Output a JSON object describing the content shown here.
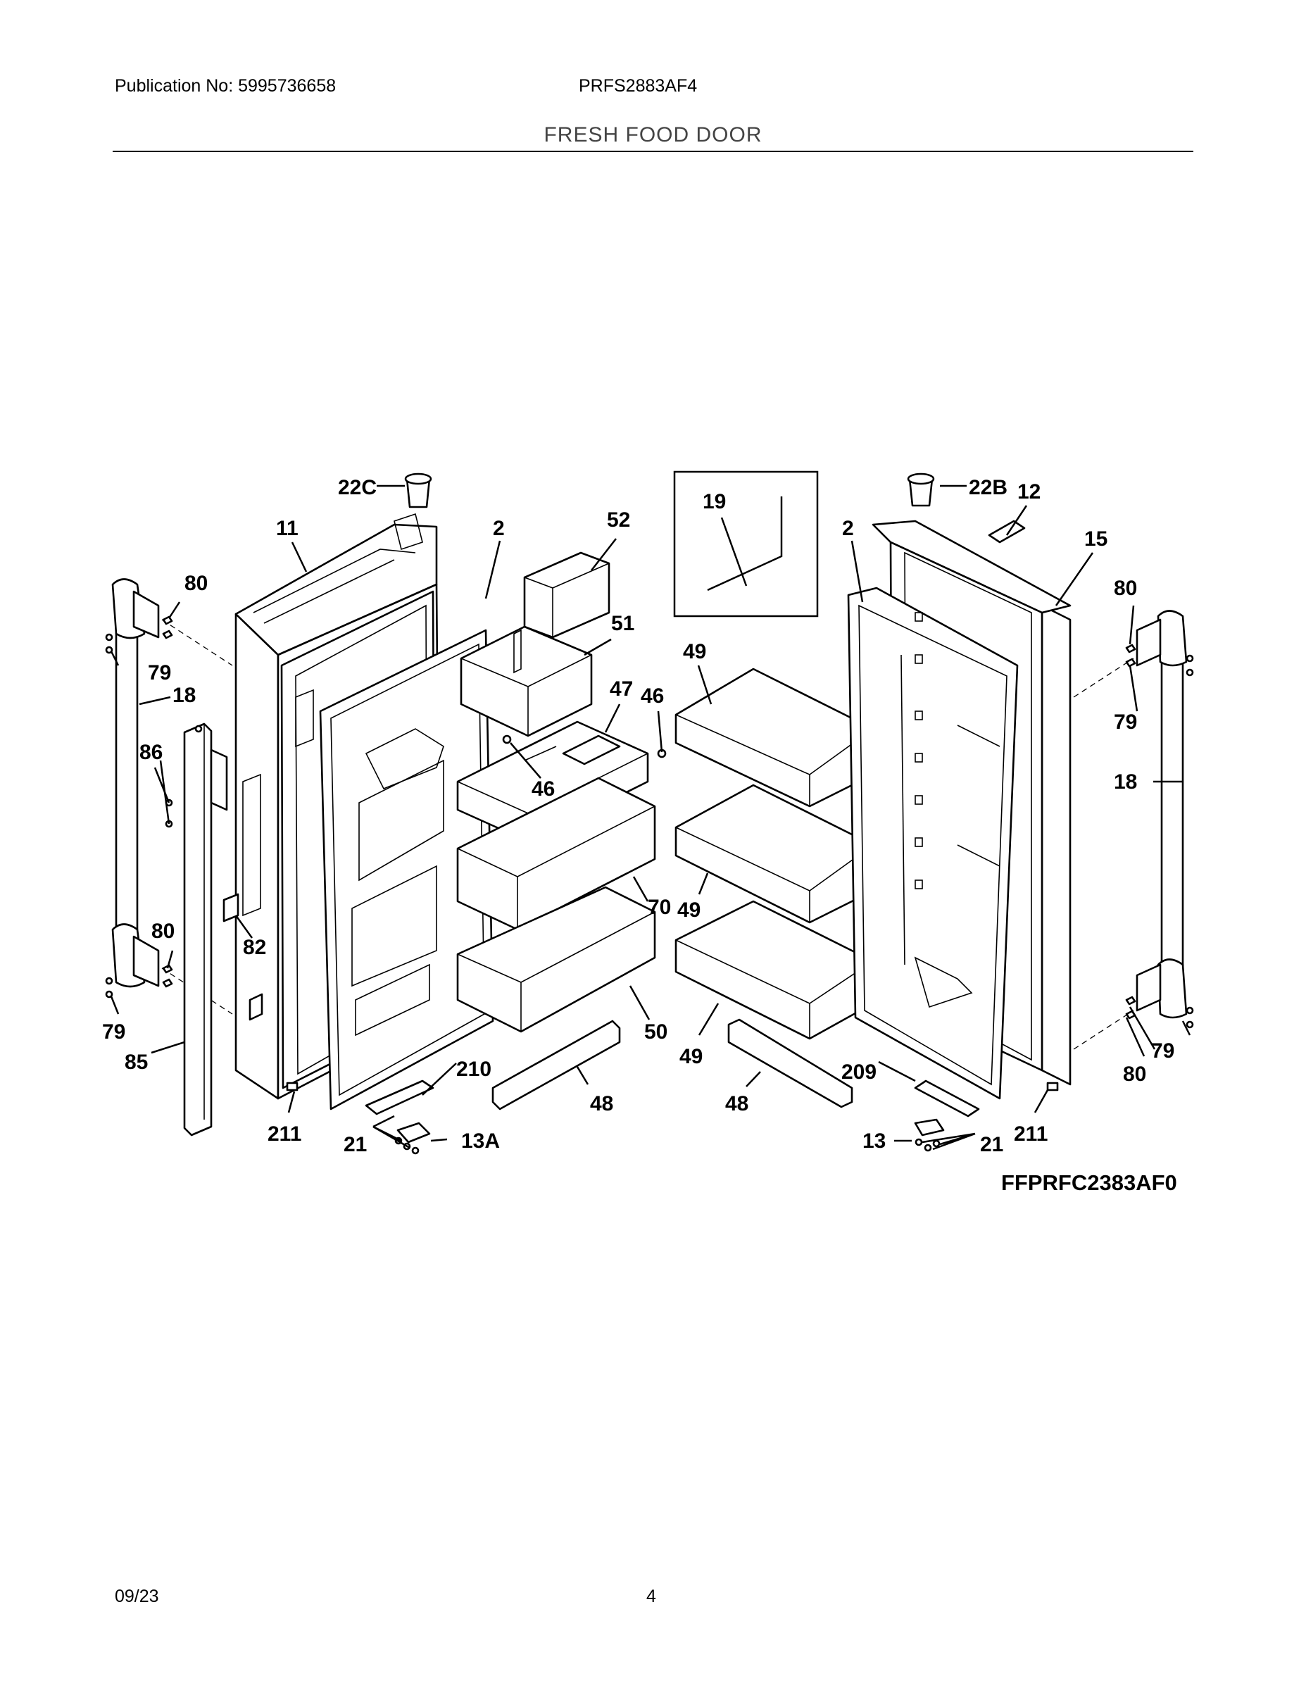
{
  "header": {
    "publication": "Publication No: 5995736658",
    "model": "PRFS2883AF4",
    "section_title": "FRESH FOOD DOOR"
  },
  "footer": {
    "date": "09/23",
    "page": "4"
  },
  "diagram": {
    "code": "FFPRFC2383AF0",
    "labels": [
      "22C",
      "11",
      "2",
      "52",
      "19",
      "2",
      "22B",
      "12",
      "15",
      "80",
      "51",
      "49",
      "80",
      "79",
      "18",
      "47",
      "46",
      "79",
      "86",
      "46",
      "18",
      "70",
      "49",
      "80",
      "82",
      "50",
      "49",
      "79",
      "85",
      "210",
      "48",
      "48",
      "209",
      "79",
      "80",
      "211",
      "21",
      "13A",
      "13",
      "21",
      "211"
    ]
  }
}
